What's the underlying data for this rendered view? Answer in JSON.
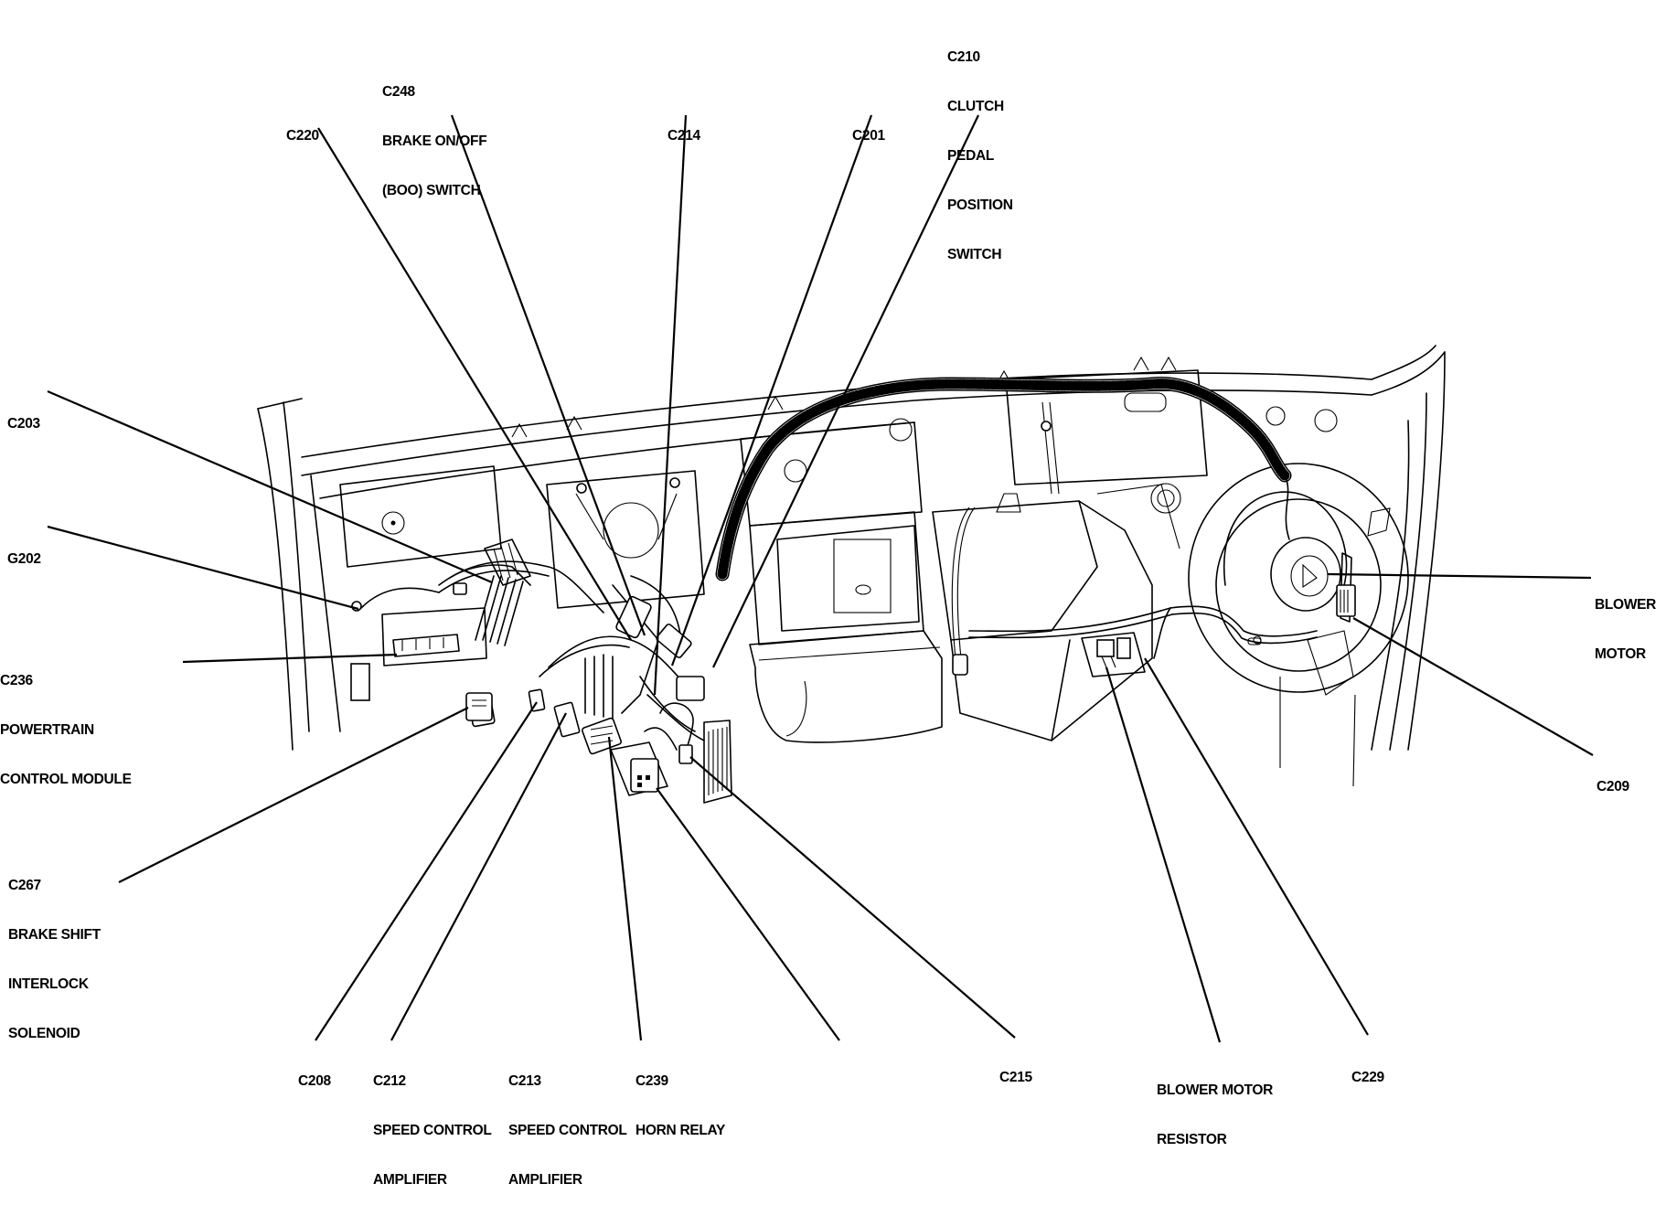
{
  "diagram": {
    "type": "wiring-component-location",
    "subject": "Instrument panel connectors, relays and blower motor (underside view)",
    "labels": [
      {
        "id": "c220",
        "lines": [
          "C220"
        ]
      },
      {
        "id": "c248",
        "lines": [
          "C248",
          "BRAKE ON/OFF",
          "(BOO) SWITCH"
        ]
      },
      {
        "id": "c214",
        "lines": [
          "C214"
        ]
      },
      {
        "id": "c201",
        "lines": [
          "C201"
        ]
      },
      {
        "id": "c210",
        "lines": [
          "C210",
          "CLUTCH",
          "PEDAL",
          "POSITION",
          "SWITCH"
        ]
      },
      {
        "id": "c203",
        "lines": [
          "C203"
        ]
      },
      {
        "id": "g202",
        "lines": [
          "G202"
        ]
      },
      {
        "id": "c236",
        "lines": [
          "C236",
          "POWERTRAIN",
          "CONTROL MODULE"
        ]
      },
      {
        "id": "c267",
        "lines": [
          "C267",
          "BRAKE SHIFT",
          "INTERLOCK",
          "SOLENOID"
        ]
      },
      {
        "id": "blower-motor",
        "lines": [
          "BLOWER",
          "MOTOR"
        ]
      },
      {
        "id": "c209",
        "lines": [
          "C209"
        ]
      },
      {
        "id": "c208",
        "lines": [
          "C208"
        ]
      },
      {
        "id": "c212",
        "lines": [
          "C212",
          "SPEED CONTROL",
          "AMPLIFIER"
        ]
      },
      {
        "id": "c213",
        "lines": [
          "C213",
          "SPEED CONTROL",
          "AMPLIFIER"
        ]
      },
      {
        "id": "c239",
        "lines": [
          "C239",
          "HORN RELAY"
        ]
      },
      {
        "id": "c215",
        "lines": [
          "C215"
        ]
      },
      {
        "id": "blower-motor-resistor",
        "lines": [
          "BLOWER MOTOR",
          "RESISTOR"
        ]
      },
      {
        "id": "c229",
        "lines": [
          "C229"
        ]
      }
    ]
  }
}
